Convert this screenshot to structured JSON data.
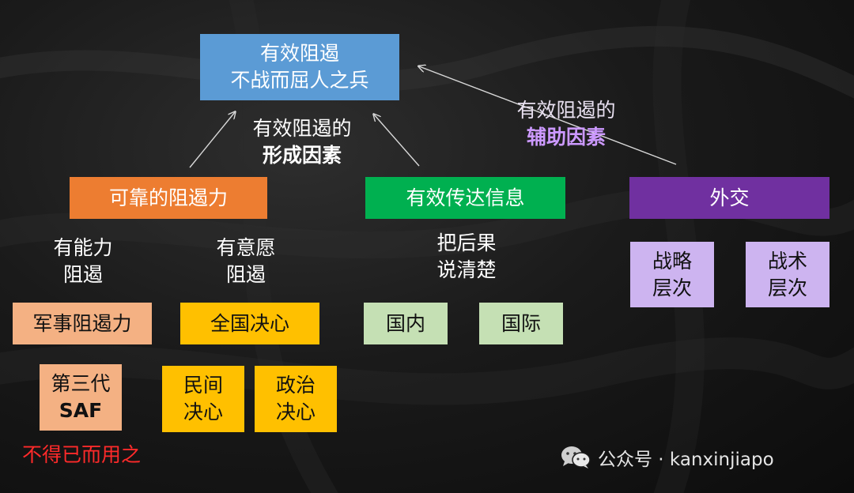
{
  "top": {
    "line1": "有效阻遏",
    "line2": "不战而屈人之兵"
  },
  "formation_label": {
    "line1": "有效阻遏的",
    "line2": "形成因素"
  },
  "aux_label": {
    "line1": "有效阻遏的",
    "line2": "辅助因素"
  },
  "branches": {
    "credible": "可靠的阻遏力",
    "communicate": "有效传达信息",
    "diplomacy": "外交"
  },
  "capability": {
    "line1": "有能力",
    "line2": "阻遏"
  },
  "willingness": {
    "line1": "有意愿",
    "line2": "阻遏"
  },
  "consequences": {
    "line1": "把后果",
    "line2": "说清楚"
  },
  "nodes": {
    "military": "军事阻遏力",
    "national_resolve": "全国决心",
    "domestic": "国内",
    "international": "国际",
    "strategic": {
      "line1": "战略",
      "line2": "层次"
    },
    "tactical": {
      "line1": "战术",
      "line2": "层次"
    },
    "saf": {
      "line1": "第三代",
      "line2": "SAF"
    },
    "civil_resolve": {
      "line1": "民间",
      "line2": "决心"
    },
    "political_resolve": {
      "line1": "政治",
      "line2": "决心"
    }
  },
  "last_resort": "不得已而用之",
  "watermark": {
    "text": "公众号 · kanxinjiapo",
    "icon": "wechat-icon"
  },
  "colors": {
    "top": "#5b9bd5",
    "credible": "#ed7d31",
    "communicate": "#00b050",
    "diplomacy": "#7030a0",
    "military": "#f4b183",
    "national_resolve": "#ffc000",
    "domestic": "#c5e0b4",
    "tactical": "#cdb4f0",
    "last_resort": "#ff2a2a",
    "aux_bold": "#cc99ff"
  }
}
